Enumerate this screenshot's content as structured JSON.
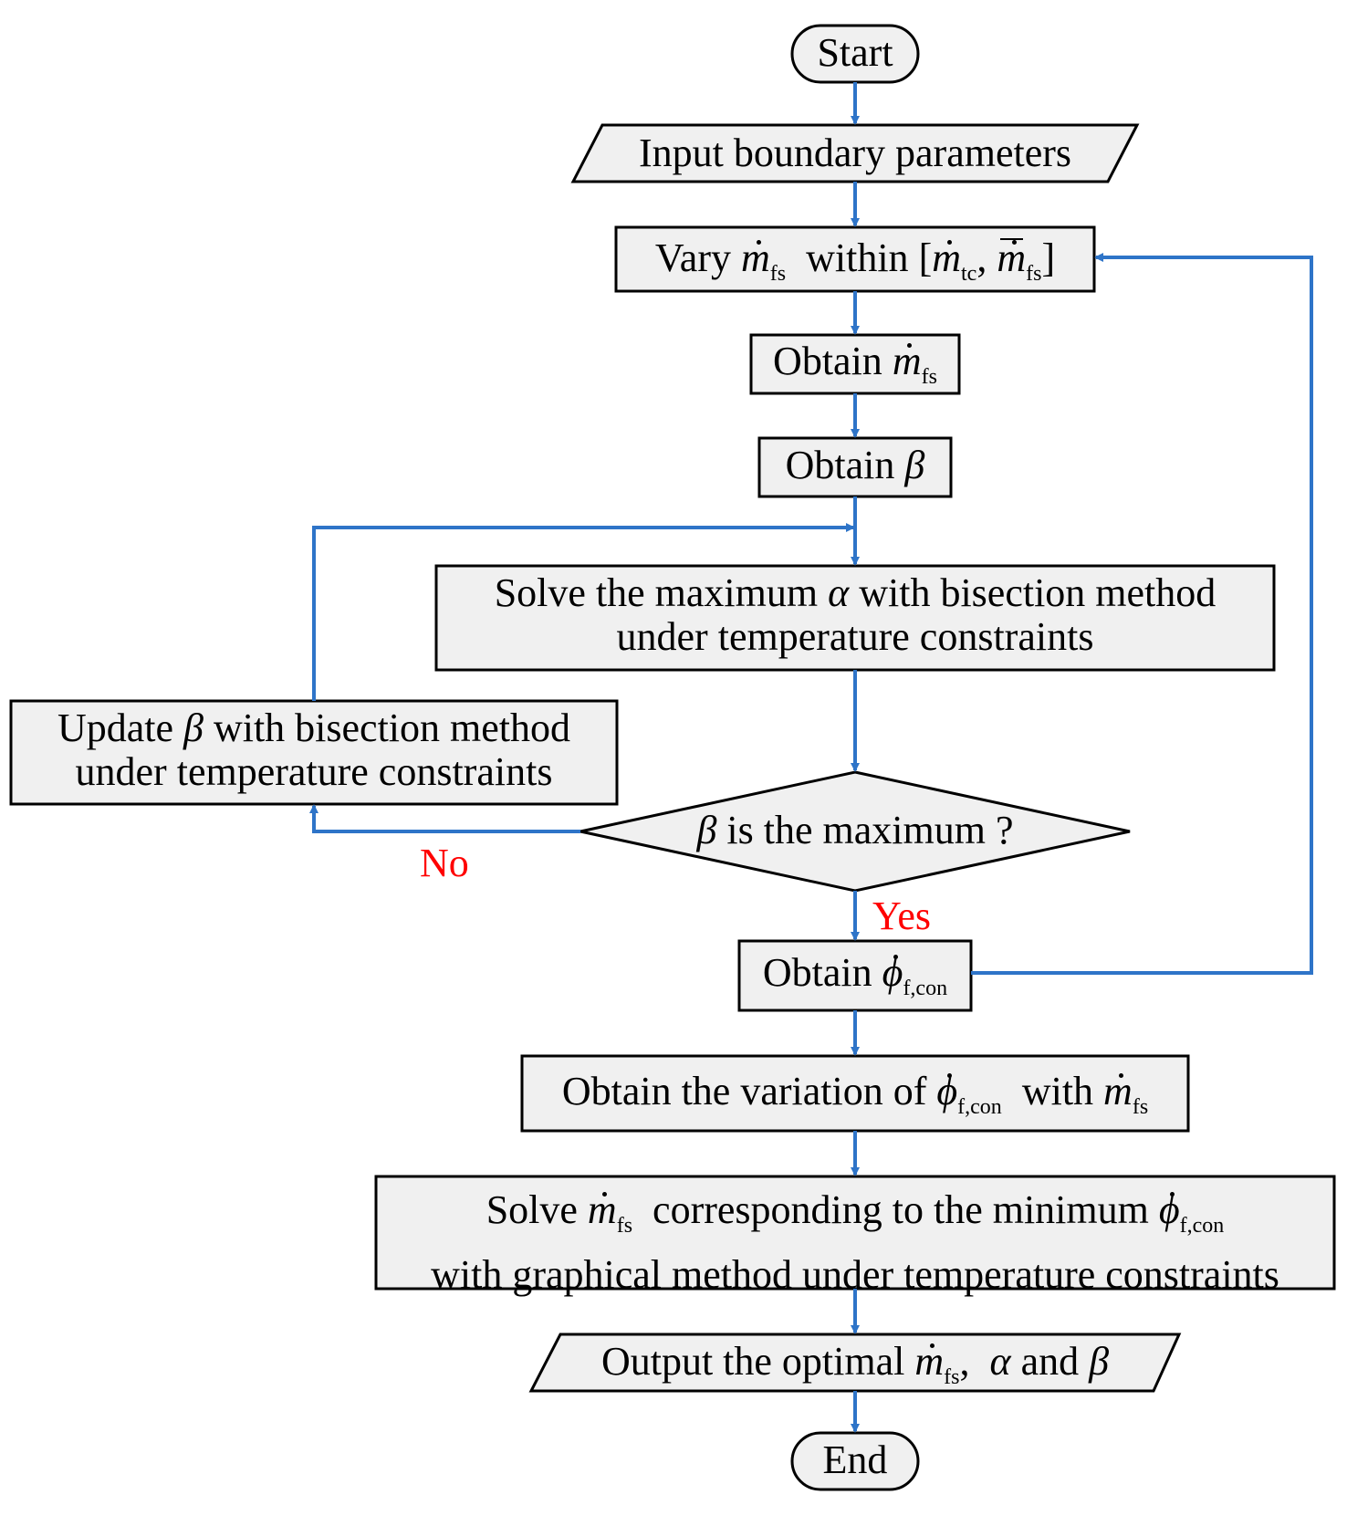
{
  "colors": {
    "connector": "#2e74c8",
    "branch_label": "#ff0000",
    "box_fill": "#f0f0f0"
  },
  "nodes": {
    "start": "Start",
    "input": "Input boundary parameters",
    "vary": {
      "word": "Vary",
      "within": "within",
      "m": "m",
      "sub_fs": "fs",
      "sub_tc": "tc",
      "bl": "[",
      "comma": ",",
      "br": "]"
    },
    "obtain_m": {
      "word": "Obtain",
      "m": "m",
      "sub": "fs"
    },
    "obtain_beta": {
      "word": "Obtain",
      "beta": "β"
    },
    "solve_alpha": {
      "line1_a": "Solve the maximum",
      "alpha": "α",
      "line1_b": "with bisection method",
      "line2": "under temperature constraints"
    },
    "update_beta": {
      "word": "Update",
      "beta": "β",
      "line1_b": "with bisection method",
      "line2": "under temperature constraints"
    },
    "decision": {
      "beta": "β",
      "text": "is the maximum ?"
    },
    "obtain_phi": {
      "word": "Obtain",
      "phi": "ϕ",
      "sub": "f,con"
    },
    "variation": {
      "a": "Obtain the variation of",
      "phi": "ϕ",
      "sub_phi": "f,con",
      "with": "with",
      "m": "m",
      "sub_m": "fs"
    },
    "solve_m": {
      "a": "Solve",
      "m": "m",
      "sub_m": "fs",
      "b": "corresponding to the minimum",
      "phi": "ϕ",
      "sub_phi": "f,con",
      "line2": "with graphical method under temperature constraints"
    },
    "output": {
      "a": "Output the optimal",
      "m": "m",
      "sub_m": "fs",
      "comma": ",",
      "alpha": "α",
      "and": "and",
      "beta": "β"
    },
    "end": "End"
  },
  "branches": {
    "no": "No",
    "yes": "Yes"
  }
}
